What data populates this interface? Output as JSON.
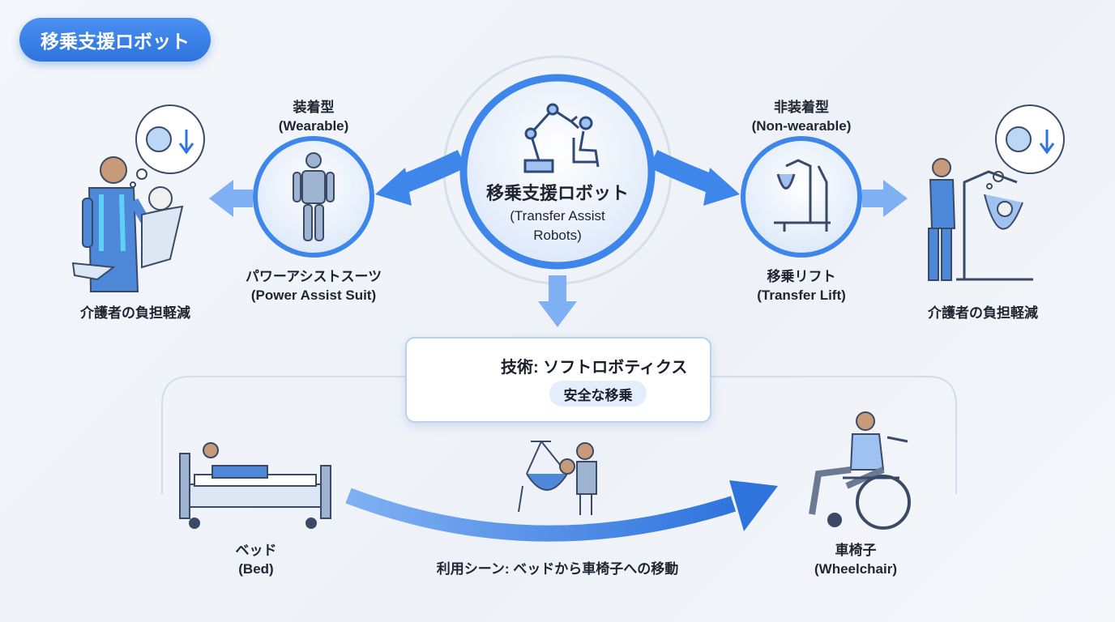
{
  "badge": "移乗支援ロボット",
  "center": {
    "title": "移乗支援ロボット",
    "subtitle_line1": "(Transfer Assist",
    "subtitle_line2": "Robots)"
  },
  "wearable": {
    "type_jp": "装着型",
    "type_en": "(Wearable)",
    "name_jp": "パワーアシストスーツ",
    "name_en": "(Power Assist Suit)"
  },
  "nonwearable": {
    "type_jp": "非装着型",
    "type_en": "(Non-wearable)",
    "name_jp": "移乗リフト",
    "name_en": "(Transfer Lift)"
  },
  "left_caption": "介護者の負担軽減",
  "right_caption": "介護者の負担軽減",
  "tech": {
    "title": "技術: ソフトロボティクス",
    "tag": "安全な移乗"
  },
  "scene": {
    "bed_jp": "ベッド",
    "bed_en": "(Bed)",
    "wheelchair_jp": "車椅子",
    "wheelchair_en": "(Wheelchair)",
    "caption": "利用シーン: ベッドから車椅子への移動"
  },
  "colors": {
    "primary": "#2f74dd",
    "light": "#e3edfb",
    "arrow": "#4b90ee",
    "ink": "#3a4a66"
  },
  "icons": [
    "robot-arm-icon",
    "seated-person-icon",
    "exoskeleton-icon",
    "lift-icon",
    "smiley-thought-icon",
    "down-arrow-icon",
    "soft-gripper-icon",
    "wind-icon",
    "bed-icon",
    "wheelchair-icon",
    "caregiver-icon"
  ]
}
